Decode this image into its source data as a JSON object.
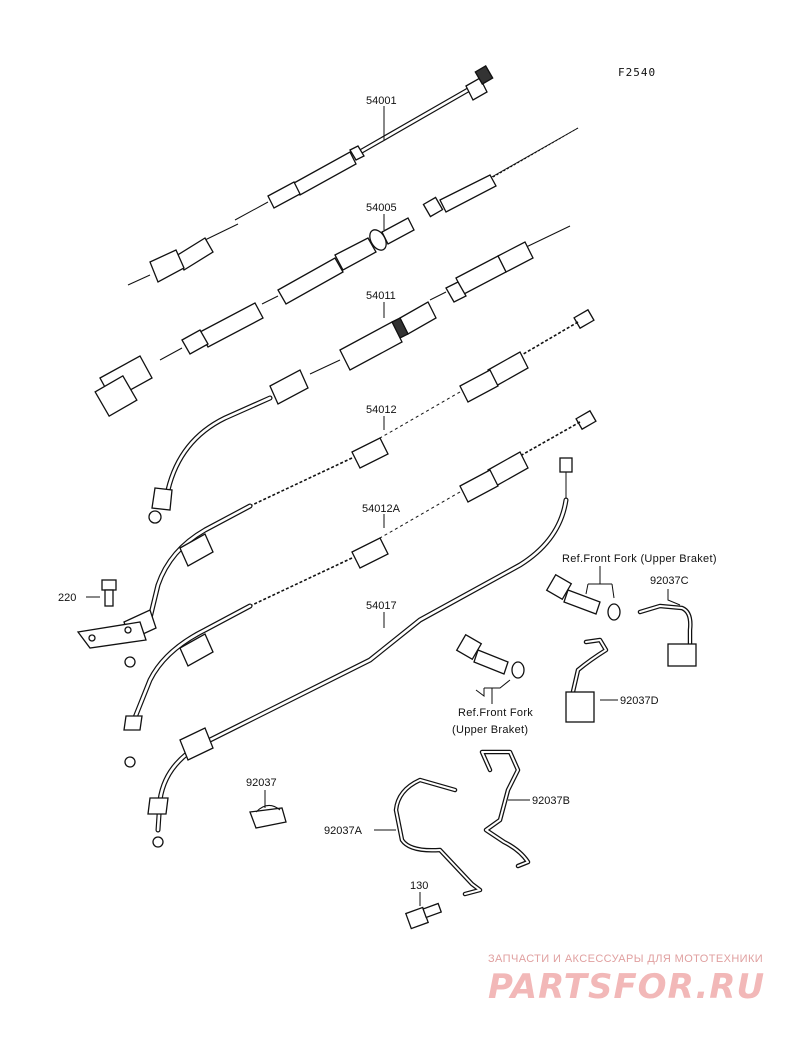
{
  "diagram_code": "F2540",
  "part_labels": {
    "p54001": "54001",
    "p54005": "54005",
    "p54011": "54011",
    "p54012": "54012",
    "p54012A": "54012A",
    "p54017": "54017",
    "p220": "220",
    "p92037": "92037",
    "p92037A": "92037A",
    "p92037B": "92037B",
    "p92037C": "92037C",
    "p92037D": "92037D",
    "p130": "130"
  },
  "references": {
    "upper_right": "Ref.Front Fork (Upper Braket)",
    "lower_line1": "Ref.Front Fork",
    "lower_line2": "(Upper Braket)"
  },
  "watermark": {
    "tagline": "ЗАПЧАСТИ И АКСЕССУАРЫ ДЛЯ МОТОТЕХНИКИ",
    "logo": "PARTSFOR.RU"
  },
  "colors": {
    "line": "#111111",
    "watermark": "#f2b8b8"
  }
}
